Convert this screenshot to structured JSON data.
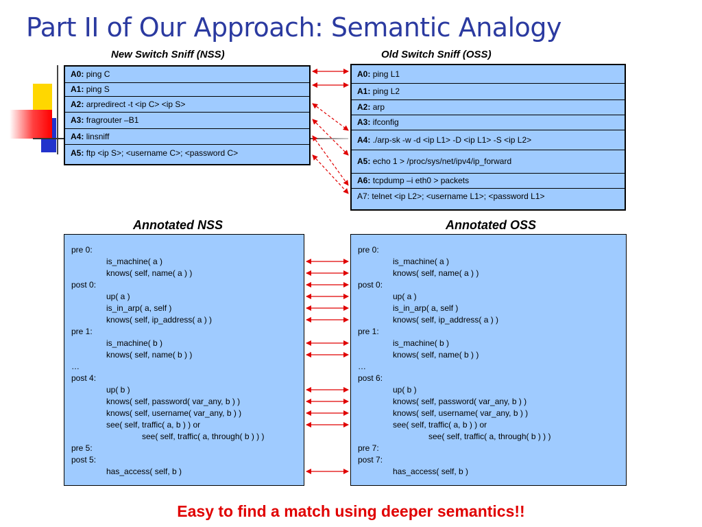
{
  "title": "Part II of Our Approach: Semantic Analogy",
  "nss": {
    "caption": "New Switch Sniff (NSS)",
    "rows": [
      {
        "key": "A0:",
        "text": "ping C"
      },
      {
        "key": "A1:",
        "text": "ping S"
      },
      {
        "key": "A2:",
        "text": "arpredirect -t <ip C> <ip S>"
      },
      {
        "key": "A3:",
        "text": "fragrouter –B1"
      },
      {
        "key": "A4:",
        "text": "linsniff"
      },
      {
        "key": "A5:",
        "text": "ftp <ip S>; <username C>; <password C>"
      }
    ]
  },
  "oss": {
    "caption": "Old Switch Sniff (OSS)",
    "rows": [
      {
        "key": "A0:",
        "text": "ping L1"
      },
      {
        "key": "A1:",
        "text": "ping L2"
      },
      {
        "key": "A2:",
        "text": "arp"
      },
      {
        "key": "A3:",
        "text": "ifconfig"
      },
      {
        "key": "A4:",
        "text": "./arp-sk -w -d <ip L1> -D <ip L1> -S <ip L2>"
      },
      {
        "key": "A5:",
        "text": "echo 1 > /proc/sys/net/ipv4/ip_forward"
      },
      {
        "key": "A6:",
        "text": "tcpdump –i eth0 > packets"
      },
      {
        "key": "",
        "text": "A7: telnet <ip L2>; <username L1>; <password L1>"
      }
    ]
  },
  "annotated_nss": {
    "caption": "Annotated NSS",
    "lines": [
      "pre 0:",
      "is_machine( a )",
      "knows( self, name( a ) )",
      "post 0:",
      "up( a )",
      "is_in_arp( a, self )",
      "knows( self, ip_address( a ) )",
      "pre 1:",
      "is_machine( b )",
      "knows( self, name( b ) )",
      "…",
      "post 4:",
      "up( b )",
      "knows( self, password( var_any, b ) )",
      "knows( self, username( var_any, b ) )",
      "see( self, traffic( a, b ) ) or",
      "see( self, traffic( a, through( b ) ) )",
      "pre 5:",
      "post 5:",
      "has_access( self, b )"
    ]
  },
  "annotated_oss": {
    "caption": "Annotated OSS",
    "lines": [
      "pre 0:",
      "is_machine( a )",
      "knows( self, name( a ) )",
      "post 0:",
      "up( a )",
      "is_in_arp( a, self )",
      "knows( self, ip_address( a ) )",
      "pre 1:",
      "is_machine( b )",
      "knows( self, name( b ) )",
      "…",
      "post 6:",
      "up( b )",
      "knows( self, password( var_any, b ) )",
      "knows( self, username( var_any, b ) )",
      "see( self, traffic( a, b ) ) or",
      "see( self, traffic( a, through( b ) ) )",
      "pre 7:",
      "post 7:",
      "has_access( self, b )"
    ]
  },
  "footer": "Easy to find a match using deeper semantics!!",
  "colors": {
    "title": "#2b3aa0",
    "box_fill": "#9fcbff",
    "arrow": "#e00000",
    "footer": "#e00000"
  }
}
